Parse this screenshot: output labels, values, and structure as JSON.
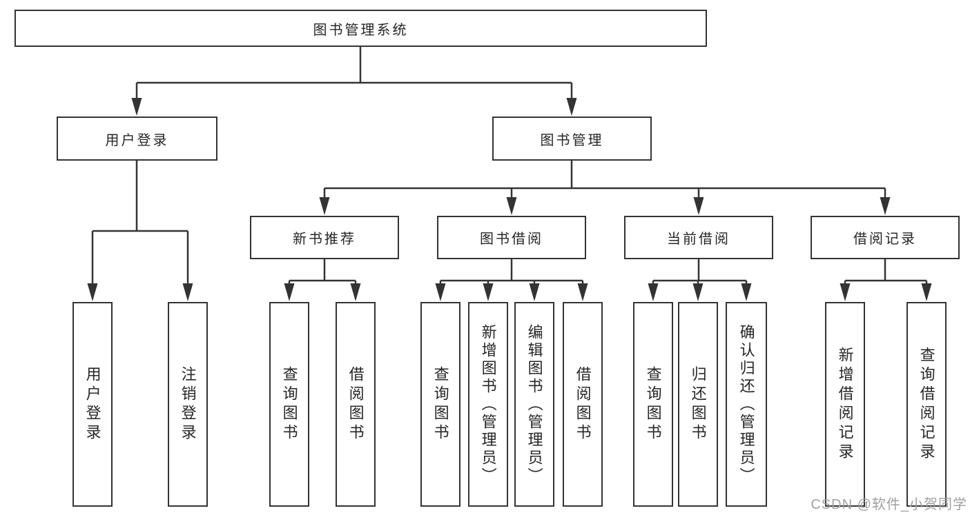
{
  "colors": {
    "line": "#333333",
    "box_border": "#333333",
    "text": "#262626",
    "background": "#ffffff",
    "watermark": "#a0a0a0"
  },
  "diagram": {
    "root": {
      "label": "图书管理系统"
    },
    "user_login": {
      "label": "用户登录",
      "children": [
        {
          "label": "用户登录"
        },
        {
          "label": "注销登录"
        }
      ]
    },
    "book_management": {
      "label": "图书管理",
      "sections": [
        {
          "label": "新书推荐",
          "children": [
            {
              "label": "查询图书"
            },
            {
              "label": "借阅图书"
            }
          ]
        },
        {
          "label": "图书借阅",
          "children": [
            {
              "label": "查询图书"
            },
            {
              "label": "新增图书（管理员）"
            },
            {
              "label": "编辑图书（管理员）"
            },
            {
              "label": "借阅图书"
            }
          ]
        },
        {
          "label": "当前借阅",
          "children": [
            {
              "label": "查询图书"
            },
            {
              "label": "归还图书"
            },
            {
              "label": "确认归还（管理员）"
            }
          ]
        },
        {
          "label": "借阅记录",
          "children": [
            {
              "label": "新增借阅记录"
            },
            {
              "label": "查询借阅记录"
            }
          ]
        }
      ]
    }
  },
  "watermark": {
    "text": "CSDN @软件_小贺同学"
  }
}
